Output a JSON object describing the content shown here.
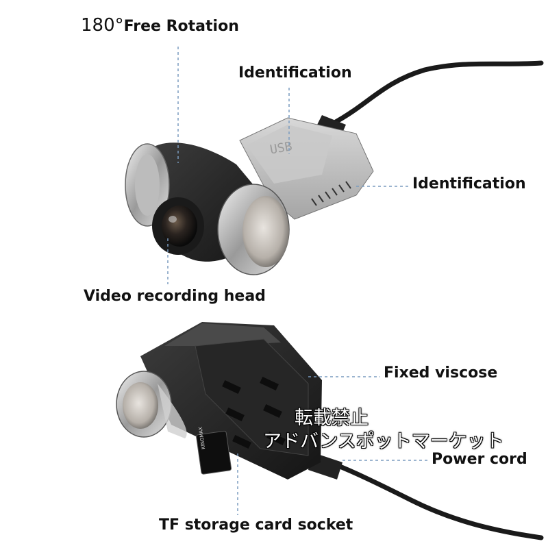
{
  "labels": {
    "rotation_degrees": "180°",
    "rotation_text": "Free Rotation",
    "identification_top": "Identification",
    "identification_side": "Identification",
    "video_head": "Video recording head",
    "fixed_viscose": "Fixed viscose",
    "power_cord": "Power cord",
    "tf_socket": "TF storage card socket"
  },
  "watermark": {
    "line1": "転載禁止",
    "line2": "アドバンスポットマーケット"
  },
  "colors": {
    "leader_line": "#7a9bbf",
    "cable": "#1a1a1a",
    "body_dark": "#2a2a2a",
    "metal": "#b8b8b8"
  }
}
